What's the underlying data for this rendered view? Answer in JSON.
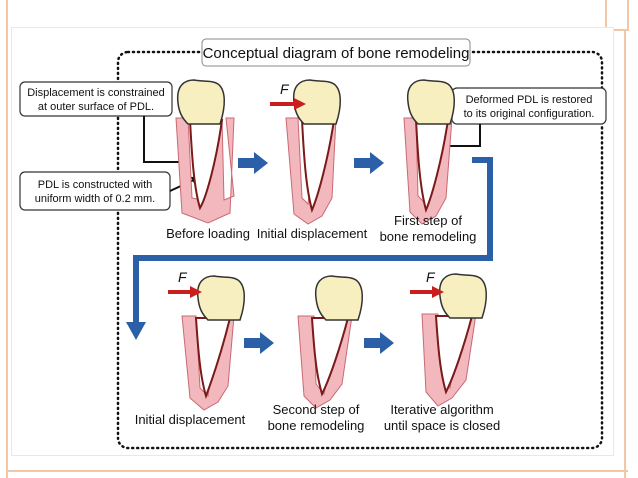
{
  "title": "Conceptual diagram of bone remodeling",
  "callouts": {
    "outer_surface": [
      "Displacement is constrained",
      "at outer surface of PDL."
    ],
    "uniform_width": [
      "PDL is constructed with",
      "uniform width of 0.2 mm."
    ],
    "restored": [
      "Deformed PDL is restored",
      "to its original configuration."
    ]
  },
  "force_label": "F",
  "steps": [
    {
      "caption": [
        "Before loading"
      ]
    },
    {
      "caption": [
        "Initial displacement"
      ]
    },
    {
      "caption": [
        "First step of",
        "bone remodeling"
      ]
    },
    {
      "caption": [
        "Initial displacement"
      ]
    },
    {
      "caption": [
        "Second step of",
        "bone remodeling"
      ]
    },
    {
      "caption": [
        "Iterative algorithm",
        "until space is closed"
      ]
    }
  ],
  "colors": {
    "flow_arrow": "#2b5fa8",
    "force_arrow": "#c81e1e",
    "crown": "#f7efc0",
    "pdl": "#f2b8bd",
    "root_outline": "#7a1a1a",
    "frame_border": "#f3c7a6"
  }
}
